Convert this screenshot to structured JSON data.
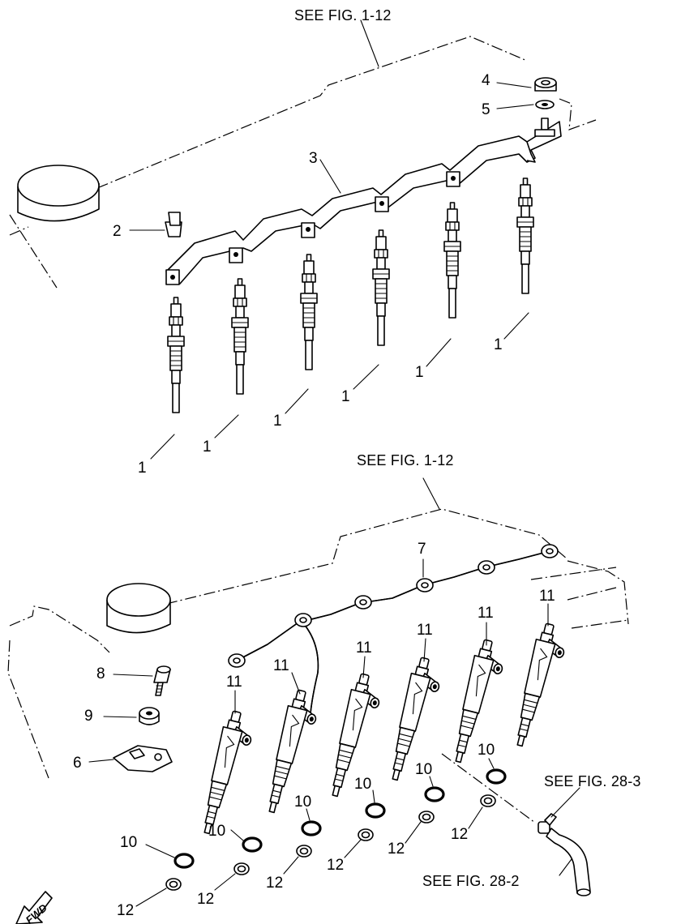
{
  "references": {
    "top_fig": "SEE FIG. 1-12",
    "bottom_fig": "SEE FIG. 1-12",
    "fig_28_3": "SEE FIG. 28-3",
    "fig_28_2": "SEE FIG. 28-2"
  },
  "fwd_label": "FWD",
  "callouts": {
    "glow_plug": "1",
    "part_2": "2",
    "lead_plate": "3",
    "nut": "4",
    "washer": "5",
    "clamp": "6",
    "return_pipe": "7",
    "bolt": "8",
    "washer_9": "9",
    "gasket": "10",
    "injector": "11",
    "seal": "12"
  },
  "colors": {
    "ink": "#000000",
    "paper": "#ffffff"
  }
}
